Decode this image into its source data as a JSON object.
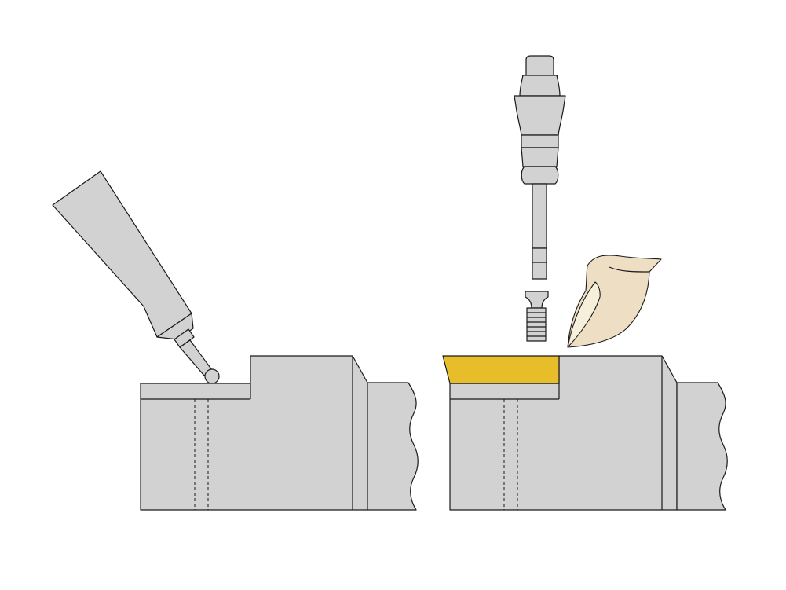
{
  "colors": {
    "background": "#ffffff",
    "metal": "#d2d2d2",
    "outline": "#1a1a1a",
    "insert": "#e8bd2a",
    "cloth": "#eedfc4",
    "cloth_highlight": "#f5efdc",
    "tool_dark": "#bdbdbd"
  },
  "illustrations": [
    {
      "name": "applying-grease",
      "parts": [
        "grease-tube",
        "tool-block-left"
      ]
    },
    {
      "name": "mounting-insert",
      "parts": [
        "screwdriver",
        "clamping-screw",
        "cleaning-cloth",
        "cutting-insert",
        "tool-block-right"
      ]
    }
  ]
}
